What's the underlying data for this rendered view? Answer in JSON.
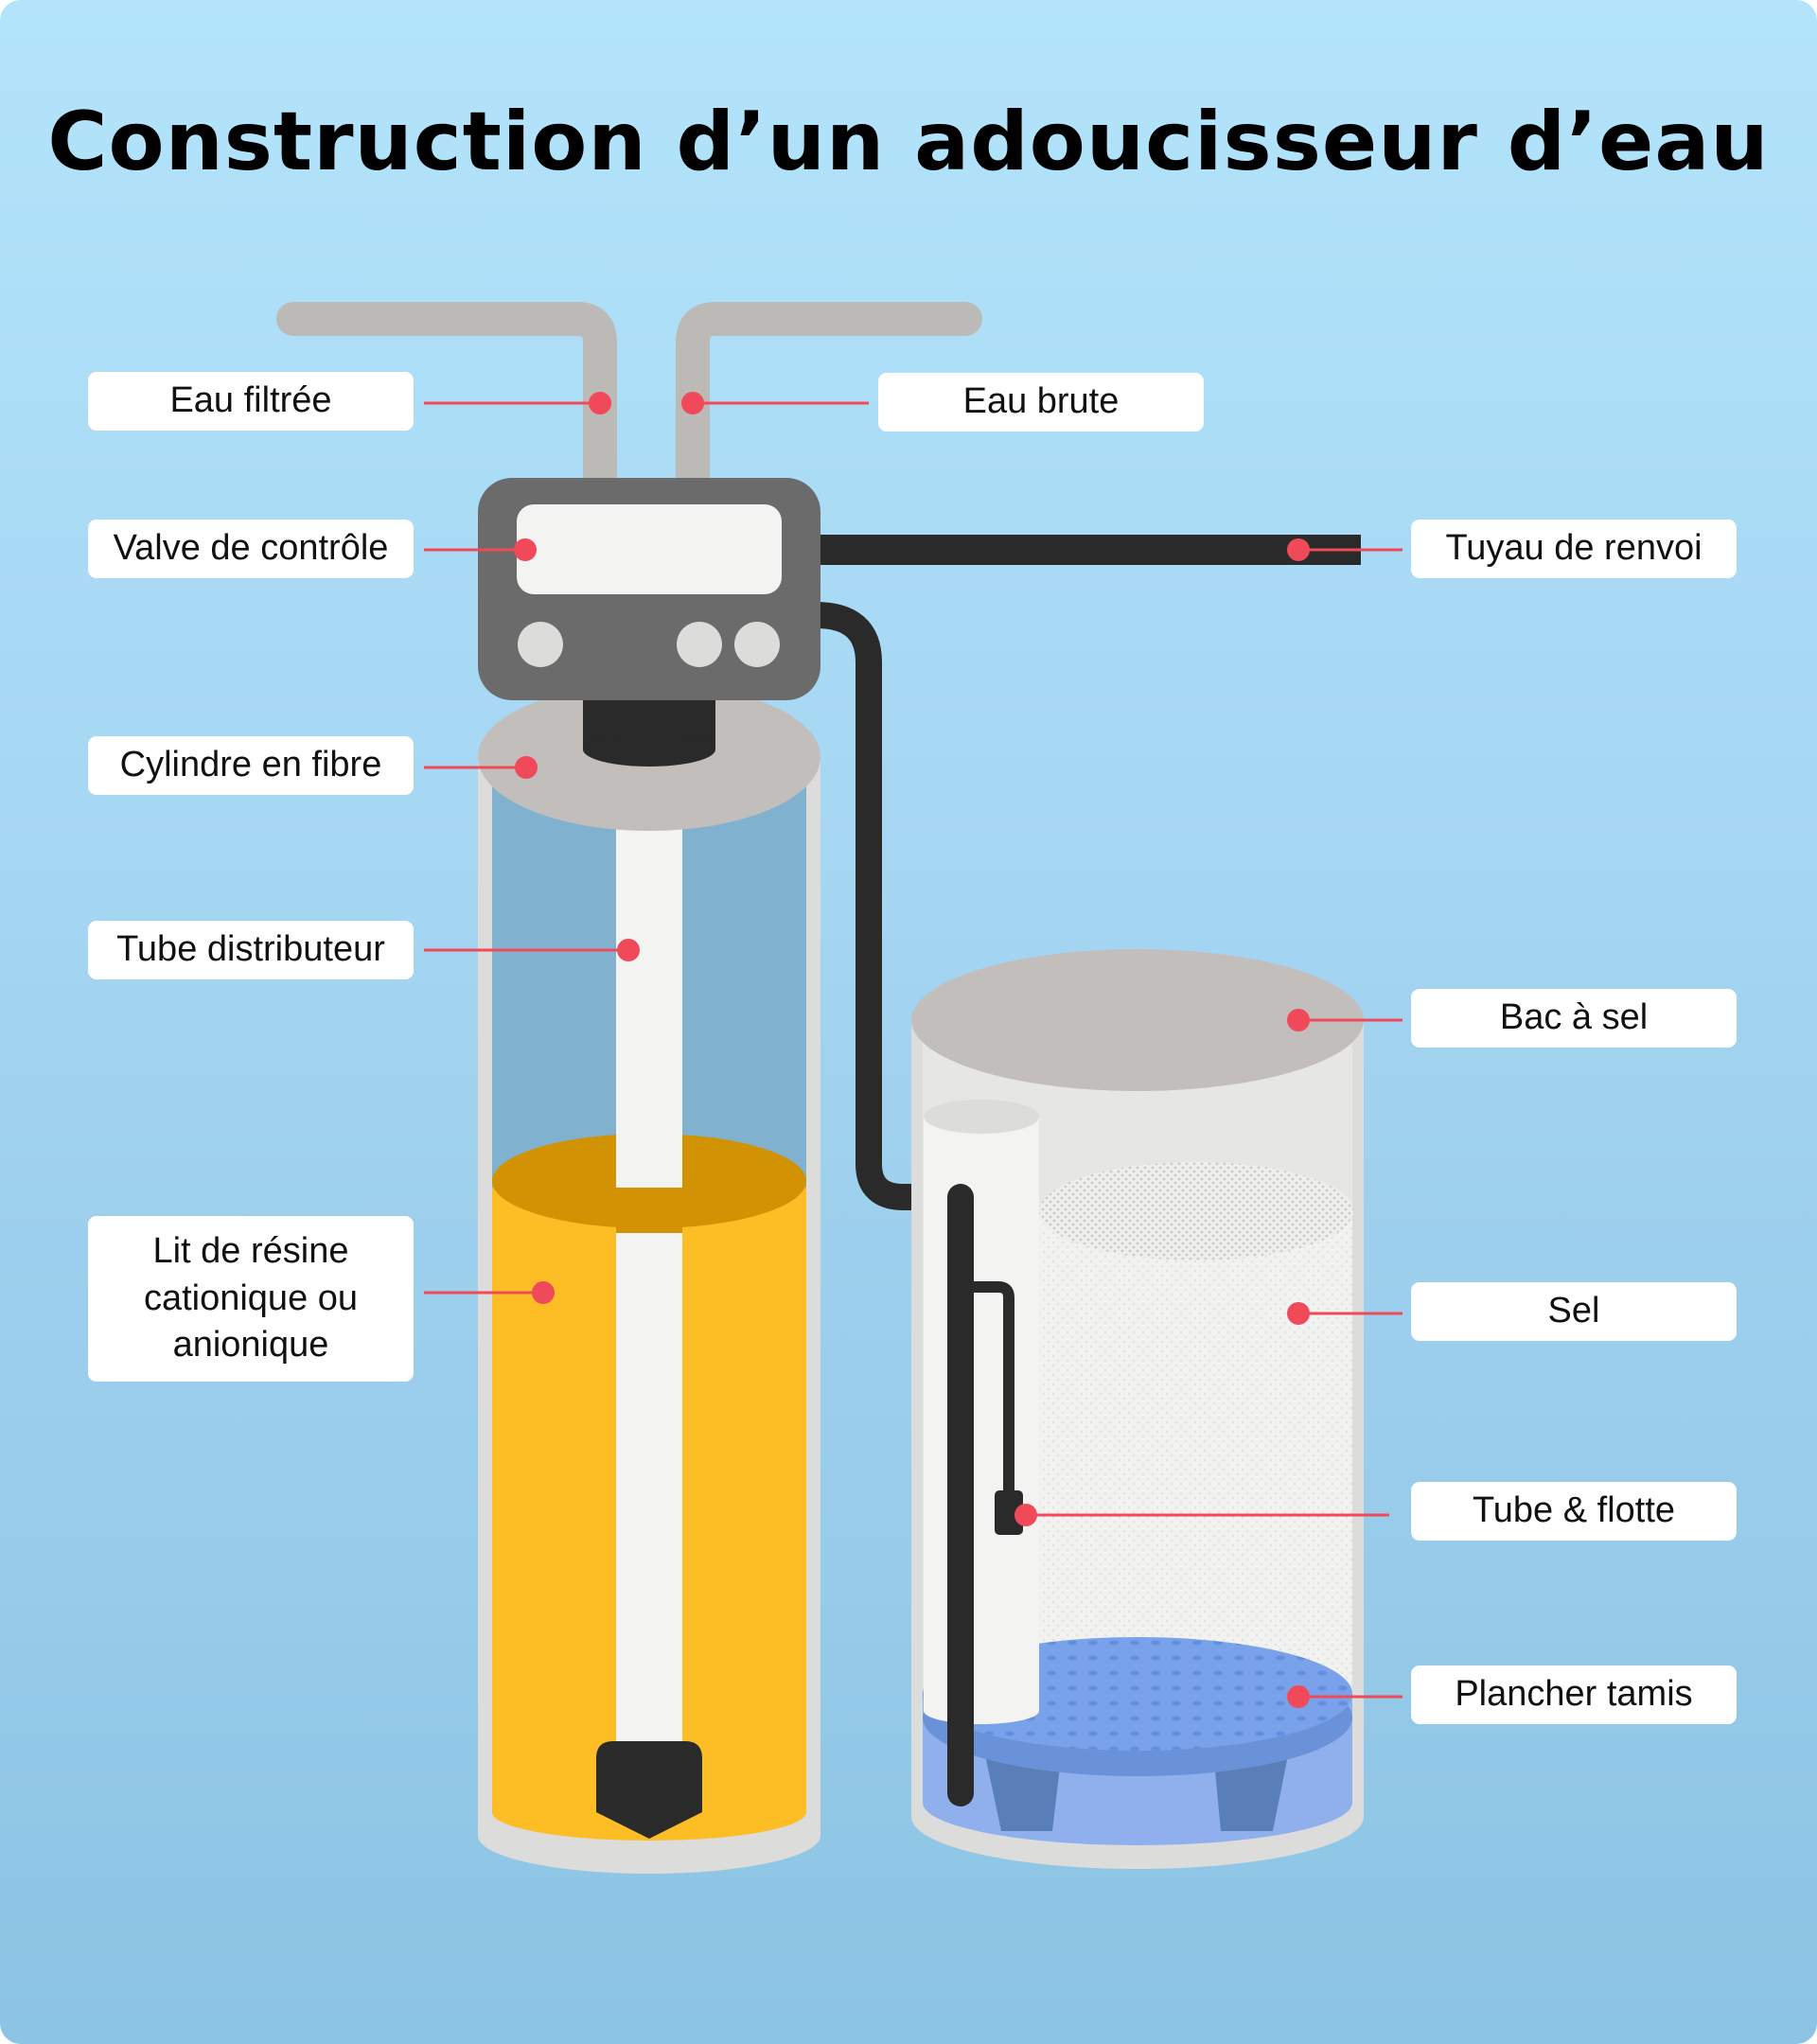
{
  "title": "Construction d’un adoucisseur d’eau",
  "labels": {
    "eau_filtree": "Eau filtrée",
    "eau_brute": "Eau brute",
    "valve": "Valve de contrôle",
    "tuyau": "Tuyau de renvoi",
    "cylindre": "Cylindre en fibre",
    "tube_distributeur": "Tube distributeur",
    "bac": "Bac à sel",
    "resine": "Lit de résine cationique ou anionique",
    "sel": "Sel",
    "tube_flotte": "Tube & flotte",
    "plancher": "Plancher tamis"
  },
  "colors": {
    "background_top": "#b3e4fb",
    "background_bottom": "#8cc4e3",
    "marker": "#f04a5a",
    "resin": "#fdbd24",
    "valve_body": "#6b6b6c",
    "drain_hose": "#2a2a2b",
    "pipes": "#bcbab6"
  }
}
